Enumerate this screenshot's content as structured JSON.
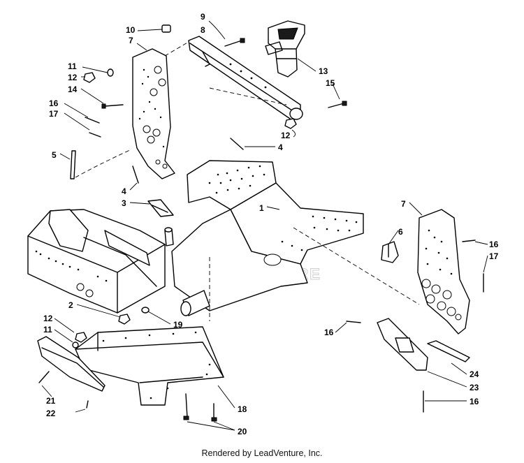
{
  "footer": {
    "text": "Rendered by LeadVenture, Inc."
  },
  "watermark": {
    "text": "ADVENTURE"
  },
  "callouts": {
    "c1": "1",
    "c2": "2",
    "c3": "3",
    "c4a": "4",
    "c4b": "4",
    "c5": "5",
    "c6": "6",
    "c7a": "7",
    "c7b": "7",
    "c8": "8",
    "c9": "9",
    "c10": "10",
    "c11a": "11",
    "c11b": "11",
    "c12a": "12",
    "c12b": "12",
    "c12c": "12",
    "c13": "13",
    "c14": "14",
    "c15": "15",
    "c16a": "16",
    "c16b": "16",
    "c16c": "16",
    "c16d": "16",
    "c17a": "17",
    "c17b": "17",
    "c18": "18",
    "c19": "19",
    "c20": "20",
    "c21": "21",
    "c22": "22",
    "c23": "23",
    "c24": "24"
  }
}
